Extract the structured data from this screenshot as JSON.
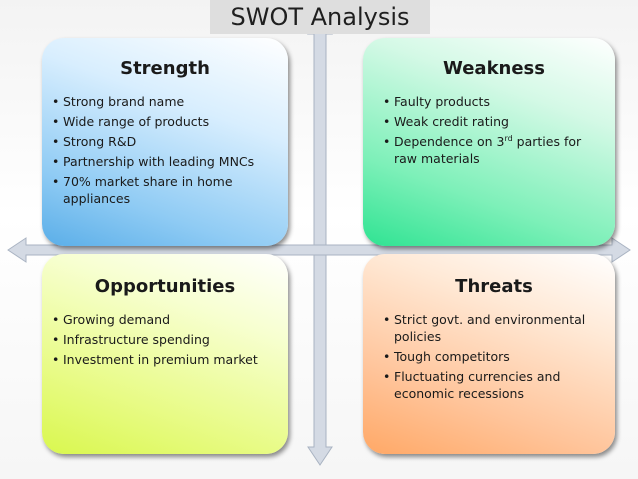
{
  "title": "SWOT Analysis",
  "quadrants": {
    "strength": {
      "heading": "Strength",
      "items": [
        "Strong brand name",
        "Wide range of products",
        "Strong R&D",
        "Partnership with leading MNCs",
        "70% market share in home appliances"
      ]
    },
    "weakness": {
      "heading": "Weakness",
      "items": [
        "Faulty products",
        "Weak credit rating",
        "Dependence on 3rd parties for raw materials"
      ]
    },
    "opportunities": {
      "heading": "Opportunities",
      "items": [
        "Growing demand",
        "Infrastructure spending",
        "Investment in premium market"
      ]
    },
    "threats": {
      "heading": "Threats",
      "items": [
        "Strict govt. and environmental policies",
        "Tough competitors",
        "Fluctuating currencies and economic recessions"
      ]
    }
  },
  "colors": {
    "axis": "#d4dae4",
    "axis_stroke": "#a9b3c2",
    "strength": "#5aaee8",
    "weakness": "#2fe392",
    "opportunities": "#d9f74e",
    "threats": "#ffa866"
  }
}
